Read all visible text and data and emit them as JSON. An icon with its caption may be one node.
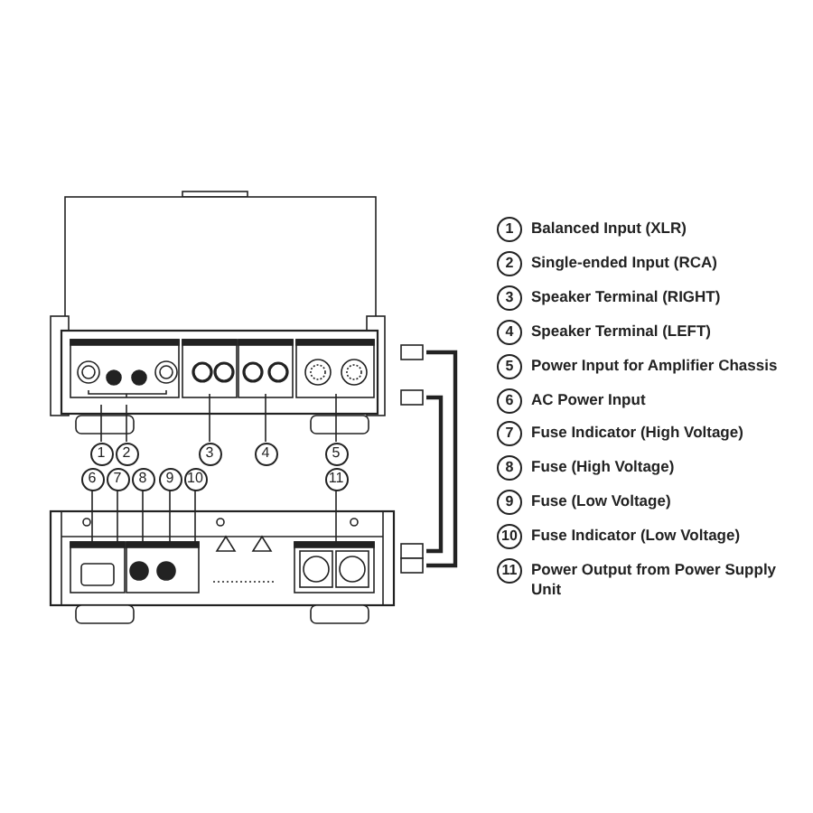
{
  "diagram": {
    "nodes": [
      {
        "text": [
          "1"
        ]
      },
      {
        "text": [
          "2"
        ]
      },
      {
        "text": [
          "3"
        ]
      },
      {
        "text": [
          "4"
        ]
      },
      {
        "text": [
          "5"
        ]
      },
      {
        "text": [
          "6"
        ]
      },
      {
        "text": [
          "7"
        ]
      },
      {
        "text": [
          "8"
        ]
      },
      {
        "text": [
          "9"
        ]
      },
      {
        "text": [
          "10"
        ]
      },
      {
        "text": [
          "11"
        ]
      },
      {
        "text": [
          "1"
        ],
        "beside": [
          "Balanced Input (XLR)"
        ]
      },
      {
        "text": [
          "2"
        ],
        "beside": [
          "Single-ended Input (RCA)"
        ]
      },
      {
        "text": [
          "3"
        ],
        "beside": [
          "Speaker Terminal (RIGHT)"
        ]
      },
      {
        "text": [
          "4"
        ],
        "beside": [
          "Speaker Terminal (LEFT)"
        ]
      },
      {
        "text": [
          "5"
        ],
        "beside": [
          "Power Input for Amplifier Chassis"
        ]
      },
      {
        "text": [
          "6"
        ],
        "beside": [
          "AC Power Input"
        ]
      },
      {
        "text": [
          "7"
        ],
        "beside": [
          "Fuse Indicator (High Voltage)"
        ]
      },
      {
        "text": [
          "8"
        ],
        "beside": [
          "Fuse (High Voltage)"
        ]
      },
      {
        "text": [
          "9"
        ],
        "beside": [
          "Fuse (Low Voltage)"
        ]
      },
      {
        "text": [
          "10"
        ],
        "beside": [
          "Fuse Indicator (Low Voltage)"
        ]
      },
      {
        "text": [
          "11"
        ],
        "beside": [
          "Power Output from Power Supply Unit"
        ]
      }
    ],
    "edges": [
      {
        "from": 0,
        "to": null,
        "arrow": "none"
      },
      {
        "from": 1,
        "to": null,
        "arrow": "none"
      },
      {
        "from": 2,
        "to": null,
        "arrow": "none"
      },
      {
        "from": 3,
        "to": null,
        "arrow": "none"
      },
      {
        "from": 4,
        "to": null,
        "arrow": "none"
      },
      {
        "from": 5,
        "to": null,
        "arrow": "none"
      },
      {
        "from": 6,
        "to": null,
        "arrow": "none"
      },
      {
        "from": 7,
        "to": null,
        "arrow": "none"
      },
      {
        "from": 8,
        "to": null,
        "arrow": "none"
      },
      {
        "from": 9,
        "to": null,
        "arrow": "none"
      },
      {
        "from": 10,
        "to": null,
        "arrow": "none"
      }
    ]
  }
}
